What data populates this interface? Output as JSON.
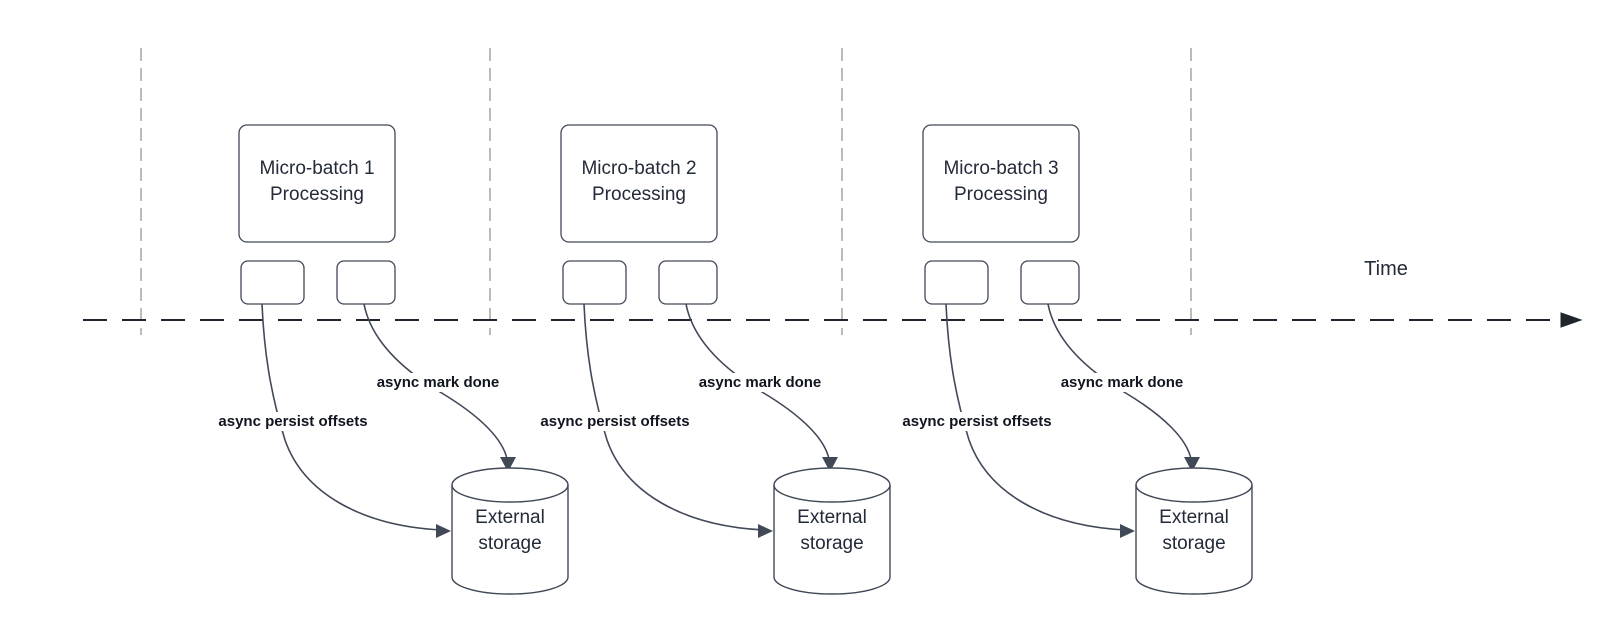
{
  "diagram": {
    "time_label": "Time",
    "batches": [
      {
        "box_line1": "Micro-batch 1",
        "box_line2": "Processing",
        "persist_label": "async persist offsets",
        "mark_done_label": "async mark done",
        "storage_line1": "External",
        "storage_line2": "storage"
      },
      {
        "box_line1": "Micro-batch 2",
        "box_line2": "Processing",
        "persist_label": "async persist offsets",
        "mark_done_label": "async mark done",
        "storage_line1": "External",
        "storage_line2": "storage"
      },
      {
        "box_line1": "Micro-batch 3",
        "box_line2": "Processing",
        "persist_label": "async persist offsets",
        "mark_done_label": "async mark done",
        "storage_line1": "External",
        "storage_line2": "storage"
      }
    ],
    "colors": {
      "background": "#ffffff",
      "shape_stroke": "#414957",
      "shape_fill": "#ffffff",
      "shape_text": "#232a38",
      "annotation_text": "#10151f",
      "timeline": "#20242c",
      "divider": "#9e9e9e"
    }
  }
}
